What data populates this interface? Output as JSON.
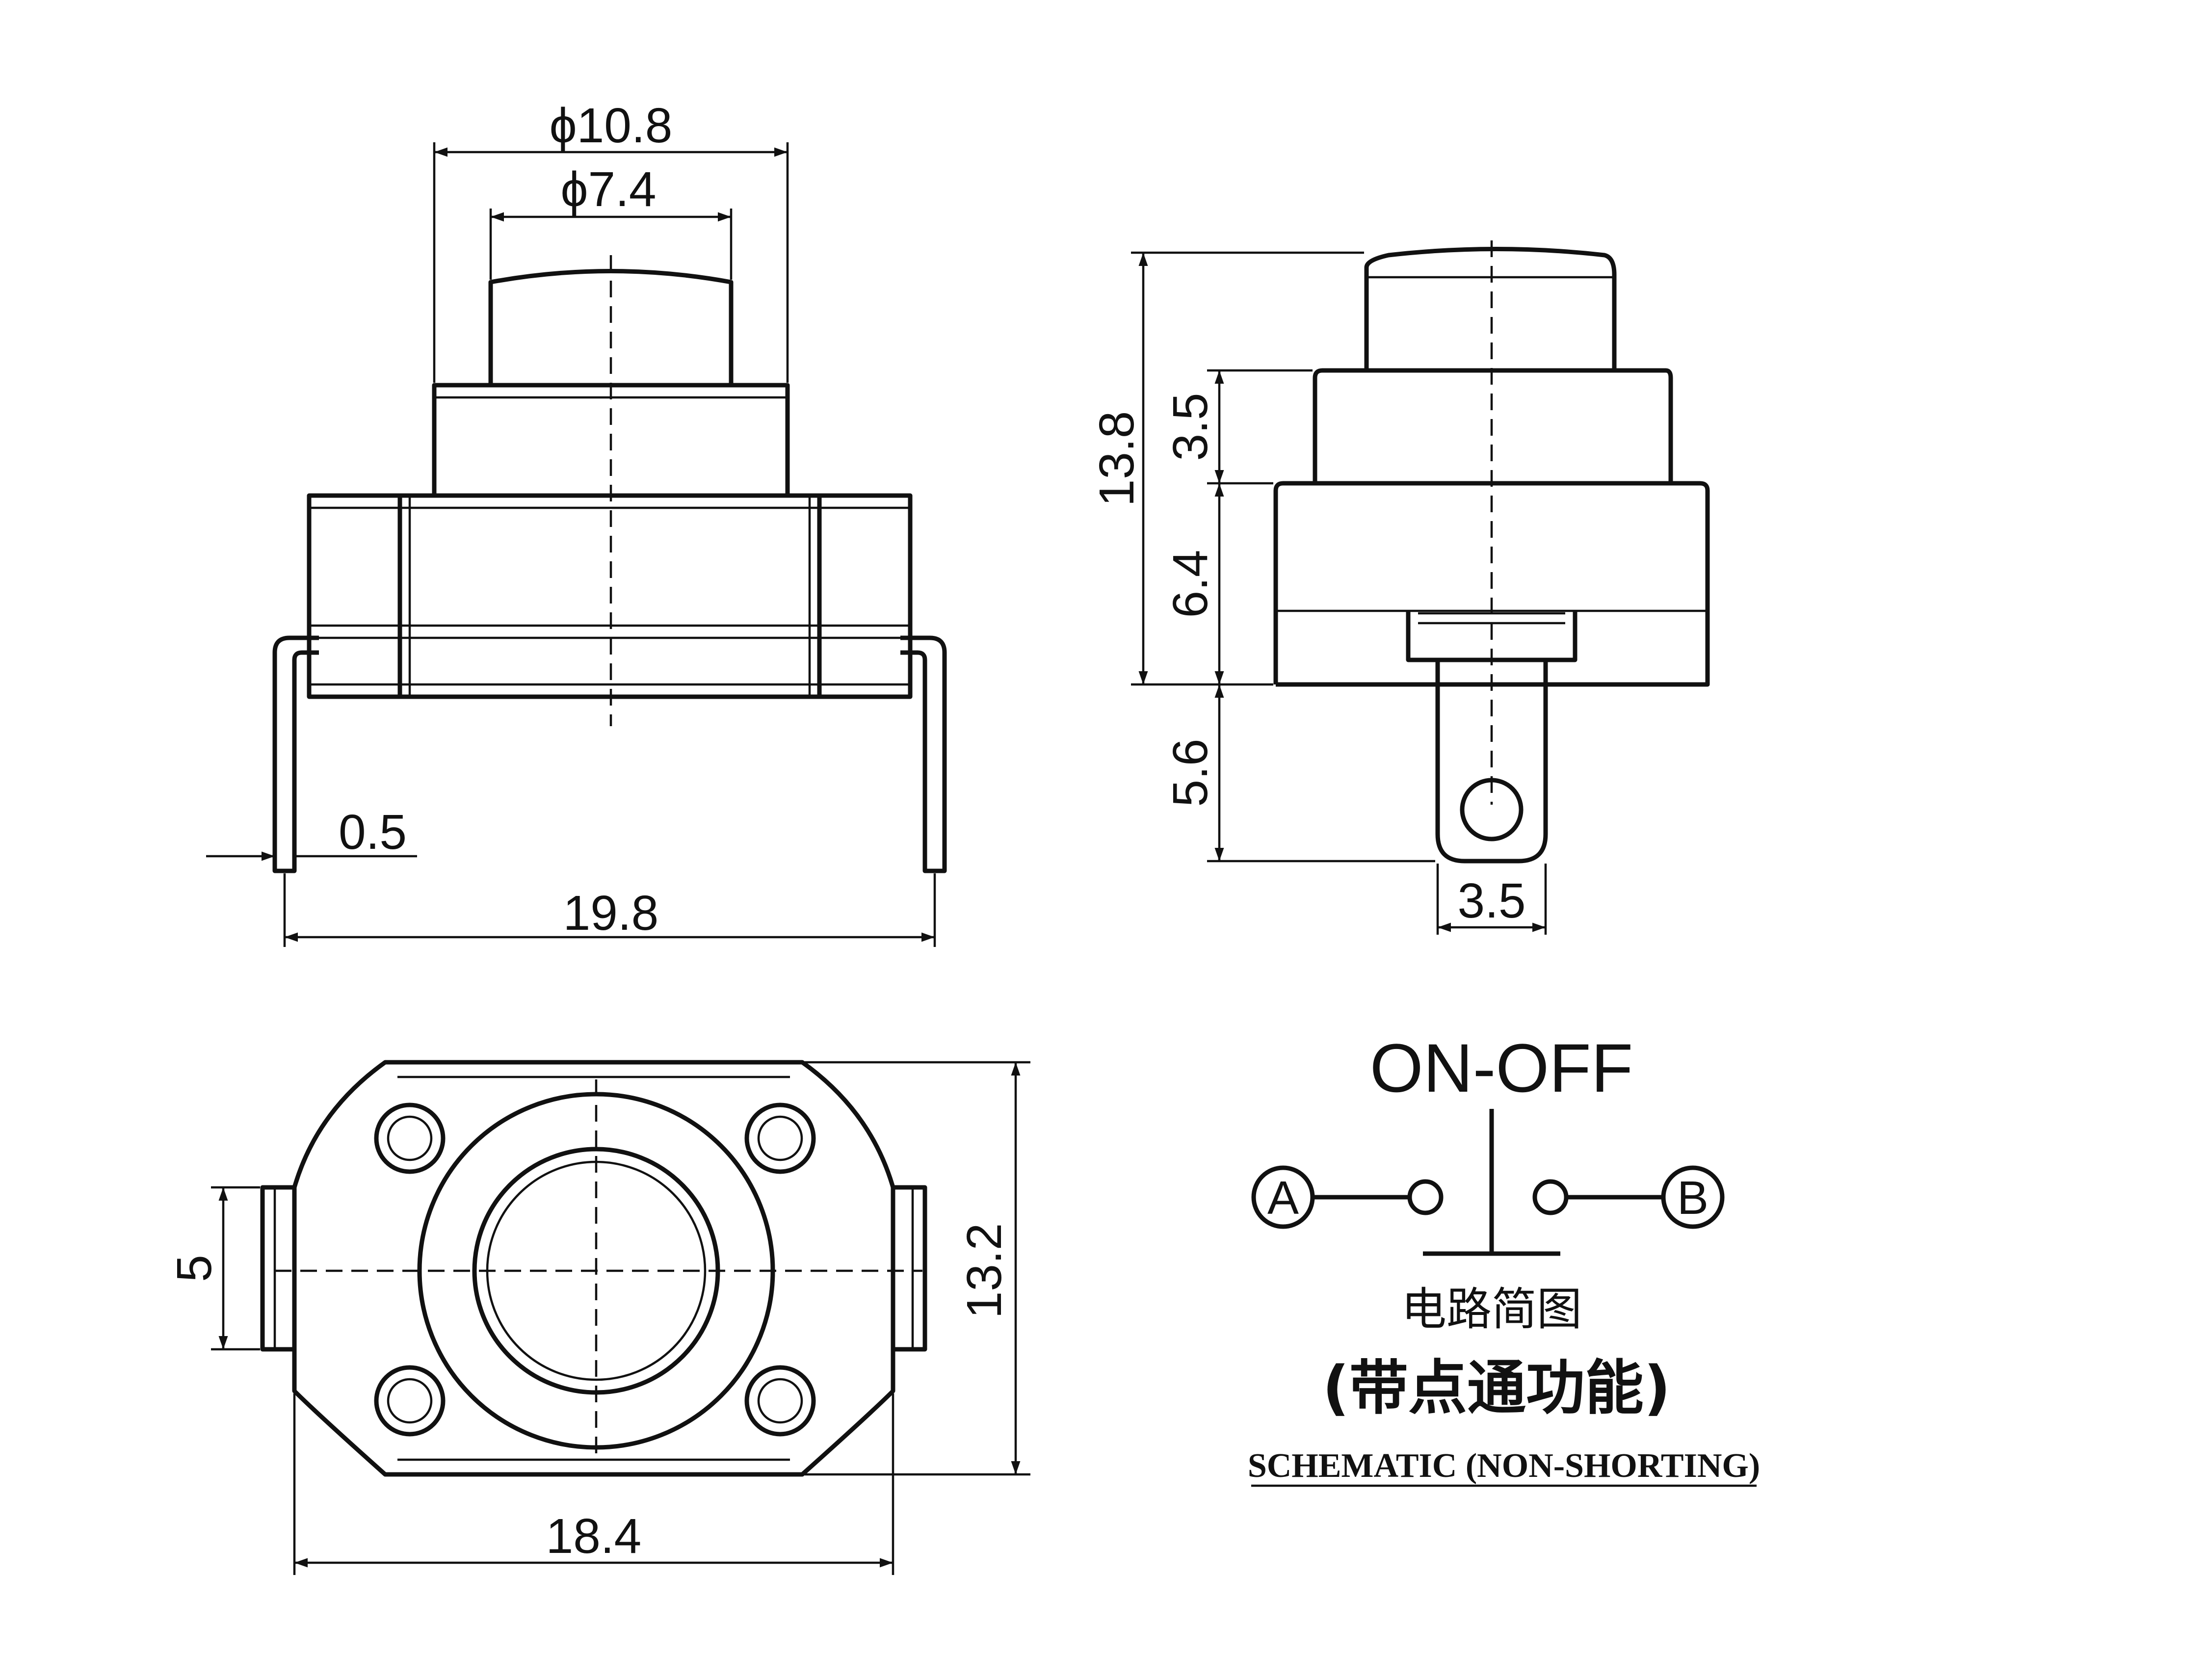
{
  "front_view": {
    "dim_cap_outer": "ϕ10.8",
    "dim_cap_inner": "ϕ7.4",
    "dim_pin_thickness": "0.5",
    "dim_total_width": "19.8"
  },
  "side_view": {
    "dim_total_height": "13.8",
    "dim_collar_height": "3.5",
    "dim_body_height": "6.4",
    "dim_terminal_length": "5.6",
    "dim_terminal_width": "3.5"
  },
  "bottom_view": {
    "dim_tab_height": "5",
    "dim_body_height": "13.2",
    "dim_body_width": "18.4"
  },
  "schematic": {
    "title": "ON-OFF",
    "terminal_a": "A",
    "terminal_b": "B",
    "label_cn": "电路简图",
    "note_cn": "(带点通功能)",
    "caption_en": "SCHEMATIC (NON-SHORTING)"
  }
}
